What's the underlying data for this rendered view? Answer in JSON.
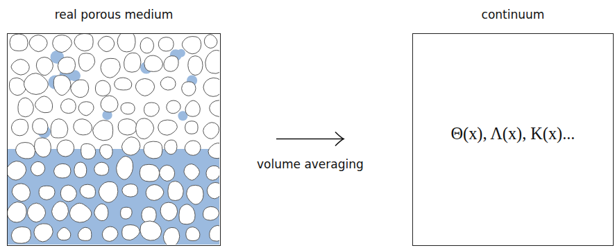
{
  "diagram": {
    "nodes": [
      {
        "text": [
          "real porous medium"
        ]
      },
      {
        "text": [
          "continuum",
          "Θ(x), Λ(x), K(x)..."
        ]
      }
    ],
    "edges": [
      {
        "from": 0,
        "to": 1,
        "arrow": "to",
        "label": "volume averaging"
      }
    ]
  }
}
